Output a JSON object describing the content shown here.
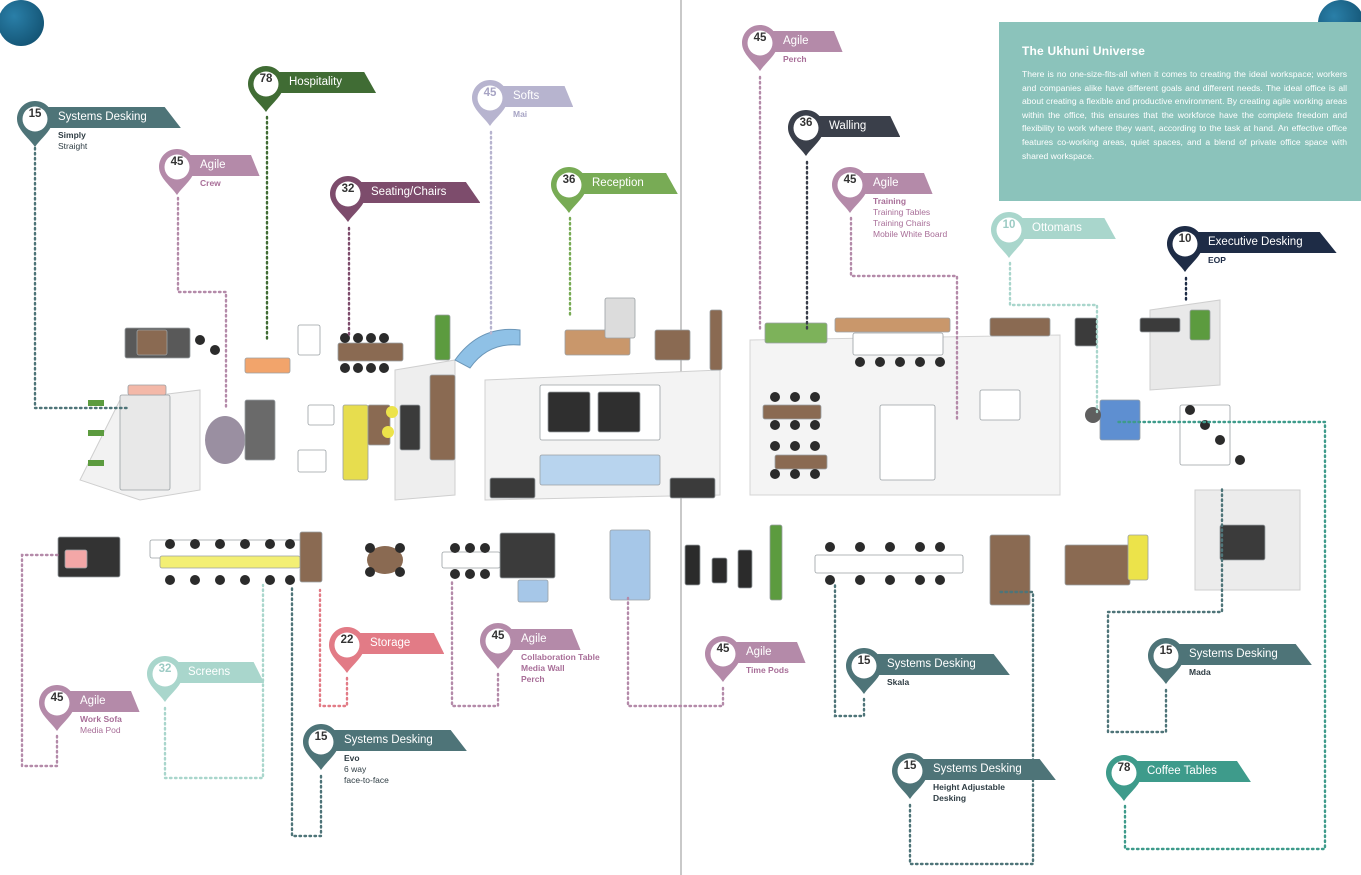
{
  "colors": {
    "teal": "#4e7478",
    "purple": "#b48aa9",
    "green": "#406c34",
    "plum": "#7d4c6c",
    "lime": "#78ab55",
    "slate": "#5f6d7c",
    "mint": "#8bc3bb",
    "navy": "#1e2c46",
    "pink": "#e27b86",
    "seafoam": "#3e9b8b"
  },
  "intro": {
    "title": "The Ukhuni Universe",
    "body": "There is no one-size-fits-all when it comes to creating the ideal workspace; workers and companies alike have different goals and different needs. The ideal office is all about creating a flexible and productive environment. By creating agile working areas within the office, this ensures that the workforce have the complete freedom and flexibility to work where they want, according to the task at hand. An effective office features co-working areas, quiet spaces, and a blend of private office space with shared workspace."
  },
  "pins": [
    {
      "id": "systems-simply",
      "number": "15",
      "label": "Systems Desking",
      "color": "#4e7478",
      "sub_bold": "Simply",
      "sub_lines": [
        "Straight"
      ]
    },
    {
      "id": "hospitality",
      "number": "78",
      "label": "Hospitality",
      "color": "#406c34",
      "sub_bold": "",
      "sub_lines": []
    },
    {
      "id": "agile-crew",
      "number": "45",
      "label": "Agile",
      "color": "#b48aa9",
      "sub_bold": "Crew",
      "sub_lines": []
    },
    {
      "id": "seating",
      "number": "32",
      "label": "Seating/Chairs",
      "color": "#7d4c6c",
      "sub_bold": "",
      "sub_lines": []
    },
    {
      "id": "softs",
      "number": "45",
      "label": "Softs",
      "color": "#b7b4cf",
      "sub_bold": "Mai",
      "sub_lines": []
    },
    {
      "id": "reception",
      "number": "36",
      "label": "Reception",
      "color": "#78ab55",
      "sub_bold": "",
      "sub_lines": []
    },
    {
      "id": "agile-perch",
      "number": "45",
      "label": "Agile",
      "color": "#b48aa9",
      "sub_bold": "Perch",
      "sub_lines": []
    },
    {
      "id": "walling",
      "number": "36",
      "label": "Walling",
      "color": "#3a3f4a",
      "sub_bold": "",
      "sub_lines": []
    },
    {
      "id": "agile-training",
      "number": "45",
      "label": "Agile",
      "color": "#b48aa9",
      "sub_bold": "Training",
      "sub_lines": [
        "Training Tables",
        "Training Chairs",
        "Mobile White Board"
      ]
    },
    {
      "id": "ottomans",
      "number": "10",
      "label": "Ottomans",
      "color": "#a9d6cc",
      "sub_bold": "",
      "sub_lines": []
    },
    {
      "id": "executive",
      "number": "10",
      "label": "Executive Desking",
      "color": "#1e2c46",
      "sub_bold": "EOP",
      "sub_lines": []
    },
    {
      "id": "agile-sofa",
      "number": "45",
      "label": "Agile",
      "color": "#b48aa9",
      "sub_bold": "Work Sofa",
      "sub_lines": [
        "Media Pod"
      ]
    },
    {
      "id": "screens",
      "number": "32",
      "label": "Screens",
      "color": "#a9d6cc",
      "sub_bold": "",
      "sub_lines": []
    },
    {
      "id": "systems-evo",
      "number": "15",
      "label": "Systems Desking",
      "color": "#4e7478",
      "sub_bold": "Evo",
      "sub_lines": [
        "6 way",
        "face-to-face"
      ]
    },
    {
      "id": "storage",
      "number": "22",
      "label": "Storage",
      "color": "#e27b86",
      "sub_bold": "",
      "sub_lines": []
    },
    {
      "id": "agile-collab",
      "number": "45",
      "label": "Agile",
      "color": "#b48aa9",
      "sub_bold": "Collaboration Table",
      "sub_lines": [
        "Media Wall",
        "Perch"
      ],
      "all_bold": true
    },
    {
      "id": "agile-timepods",
      "number": "45",
      "label": "Agile",
      "color": "#b48aa9",
      "sub_bold": "Time Pods",
      "sub_lines": []
    },
    {
      "id": "systems-skala",
      "number": "15",
      "label": "Systems Desking",
      "color": "#4e7478",
      "sub_bold": "Skala",
      "sub_lines": []
    },
    {
      "id": "systems-height",
      "number": "15",
      "label": "Systems Desking",
      "color": "#4e7478",
      "sub_bold": "Height Adjustable",
      "sub_lines": [
        "Desking"
      ],
      "all_bold": true
    },
    {
      "id": "systems-mada",
      "number": "15",
      "label": "Systems Desking",
      "color": "#4e7478",
      "sub_bold": "Mada",
      "sub_lines": []
    },
    {
      "id": "coffee",
      "number": "78",
      "label": "Coffee Tables",
      "color": "#3e9b8b",
      "sub_bold": "",
      "sub_lines": []
    }
  ]
}
